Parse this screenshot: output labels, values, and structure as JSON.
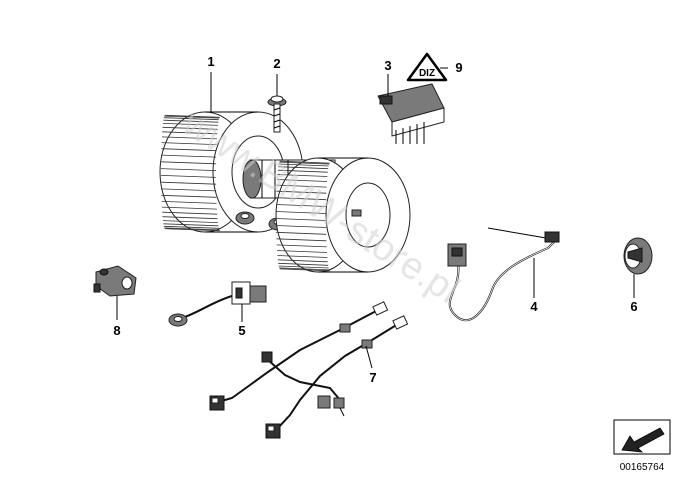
{
  "callouts": [
    "1",
    "2",
    "3",
    "9",
    "4",
    "5",
    "6",
    "7",
    "8"
  ],
  "watermark": "www.BMW-store.pl",
  "catalog_number": "00165764",
  "warning_icon_text": "DIZ"
}
